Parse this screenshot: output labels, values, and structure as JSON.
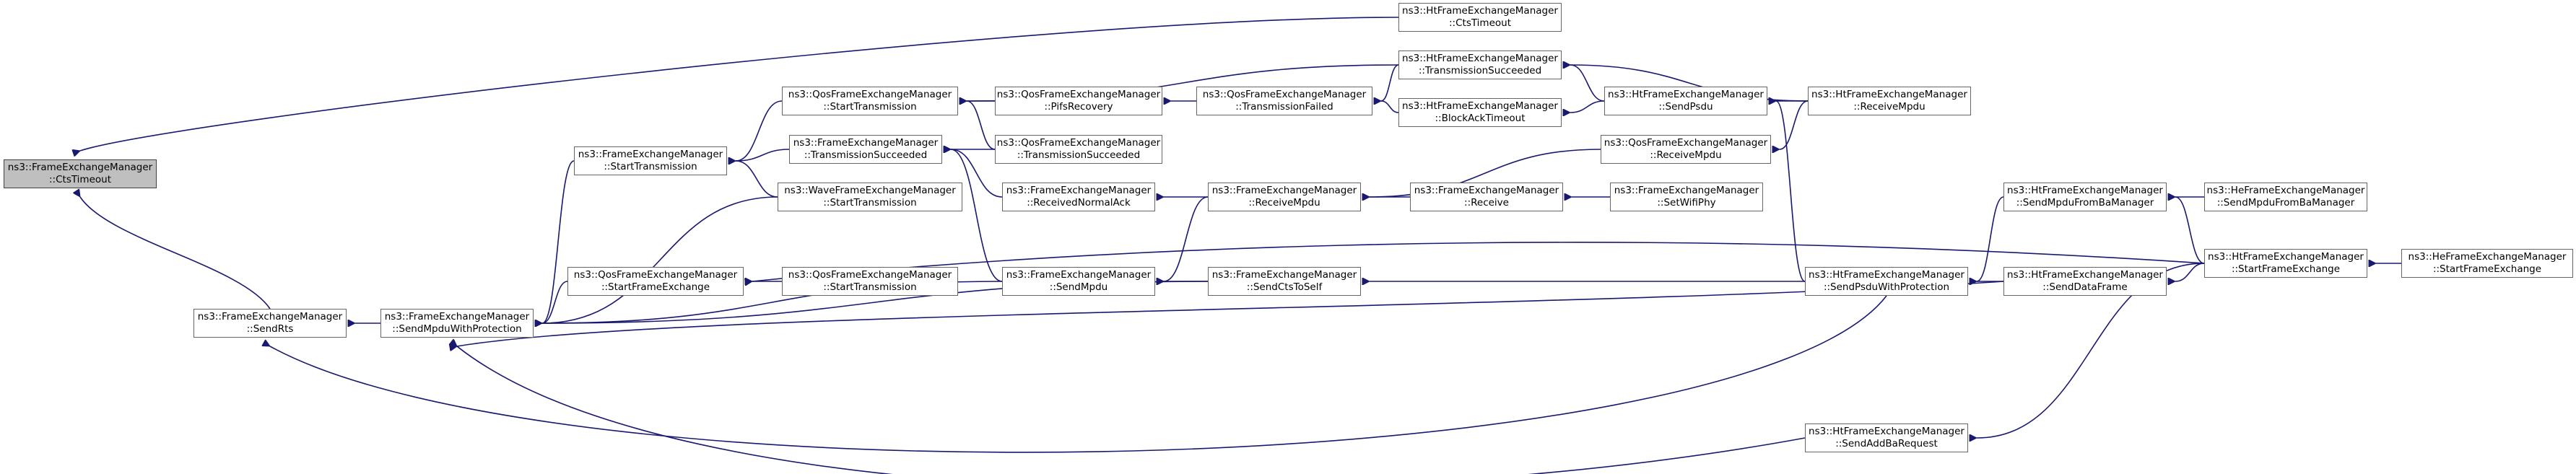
{
  "colors": {
    "edge": "#191970",
    "node_border": "#666666",
    "root_fill": "#bfbfbf",
    "background": "#ffffff"
  },
  "nodes": [
    {
      "id": "root",
      "l1": "ns3::FrameExchangeManager",
      "l2": "::CtsTimeout",
      "root": true
    },
    {
      "id": "sendRts",
      "l1": "ns3::FrameExchangeManager",
      "l2": "::SendRts"
    },
    {
      "id": "sendMpduWP",
      "l1": "ns3::FrameExchangeManager",
      "l2": "::SendMpduWithProtection"
    },
    {
      "id": "fem_startTx",
      "l1": "ns3::FrameExchangeManager",
      "l2": "::StartTransmission"
    },
    {
      "id": "qos_startFE",
      "l1": "ns3::QosFrameExchangeManager",
      "l2": "::StartFrameExchange"
    },
    {
      "id": "qos_startTx",
      "l1": "ns3::QosFrameExchangeManager",
      "l2": "::StartTransmission"
    },
    {
      "id": "fem_txSucc",
      "l1": "ns3::FrameExchangeManager",
      "l2": "::TransmissionSucceeded"
    },
    {
      "id": "wave_startTx",
      "l1": "ns3::WaveFrameExchangeManager",
      "l2": "::StartTransmission"
    },
    {
      "id": "qos_startTx2",
      "l1": "ns3::QosFrameExchangeManager",
      "l2": "::StartTransmission"
    },
    {
      "id": "qos_pifs",
      "l1": "ns3::QosFrameExchangeManager",
      "l2": "::PifsRecovery"
    },
    {
      "id": "qos_txSucc",
      "l1": "ns3::QosFrameExchangeManager",
      "l2": "::TransmissionSucceeded"
    },
    {
      "id": "fem_recvNA",
      "l1": "ns3::FrameExchangeManager",
      "l2": "::ReceivedNormalAck"
    },
    {
      "id": "fem_sendMpdu",
      "l1": "ns3::FrameExchangeManager",
      "l2": "::SendMpdu"
    },
    {
      "id": "qos_txFail",
      "l1": "ns3::QosFrameExchangeManager",
      "l2": "::TransmissionFailed"
    },
    {
      "id": "fem_recvMpdu",
      "l1": "ns3::FrameExchangeManager",
      "l2": "::ReceiveMpdu"
    },
    {
      "id": "fem_sendCts",
      "l1": "ns3::FrameExchangeManager",
      "l2": "::SendCtsToSelf"
    },
    {
      "id": "ht_ctsTimeout",
      "l1": "ns3::HtFrameExchangeManager",
      "l2": "::CtsTimeout"
    },
    {
      "id": "ht_txSucc",
      "l1": "ns3::HtFrameExchangeManager",
      "l2": "::TransmissionSucceeded"
    },
    {
      "id": "ht_baTimeout",
      "l1": "ns3::HtFrameExchangeManager",
      "l2": "::BlockAckTimeout"
    },
    {
      "id": "fem_receive",
      "l1": "ns3::FrameExchangeManager",
      "l2": "::Receive"
    },
    {
      "id": "ht_sendPsdu",
      "l1": "ns3::HtFrameExchangeManager",
      "l2": "::SendPsdu"
    },
    {
      "id": "qos_recvMpdu",
      "l1": "ns3::QosFrameExchangeManager",
      "l2": "::ReceiveMpdu"
    },
    {
      "id": "fem_setWifiPhy",
      "l1": "ns3::FrameExchangeManager",
      "l2": "::SetWifiPhy"
    },
    {
      "id": "ht_sendPsduWP",
      "l1": "ns3::HtFrameExchangeManager",
      "l2": "::SendPsduWithProtection"
    },
    {
      "id": "ht_sendAddBa",
      "l1": "ns3::HtFrameExchangeManager",
      "l2": "::SendAddBaRequest"
    },
    {
      "id": "ht_recvMpdu",
      "l1": "ns3::HtFrameExchangeManager",
      "l2": "::ReceiveMpdu"
    },
    {
      "id": "ht_sendMpduFBM",
      "l1": "ns3::HtFrameExchangeManager",
      "l2": "::SendMpduFromBaManager"
    },
    {
      "id": "ht_sendDF",
      "l1": "ns3::HtFrameExchangeManager",
      "l2": "::SendDataFrame"
    },
    {
      "id": "ht_startFE",
      "l1": "ns3::HtFrameExchangeManager",
      "l2": "::StartFrameExchange"
    },
    {
      "id": "he_sendMpduFBM",
      "l1": "ns3::HeFrameExchangeManager",
      "l2": "::SendMpduFromBaManager"
    },
    {
      "id": "he_startFE",
      "l1": "ns3::HeFrameExchangeManager",
      "l2": "::StartFrameExchange"
    }
  ]
}
